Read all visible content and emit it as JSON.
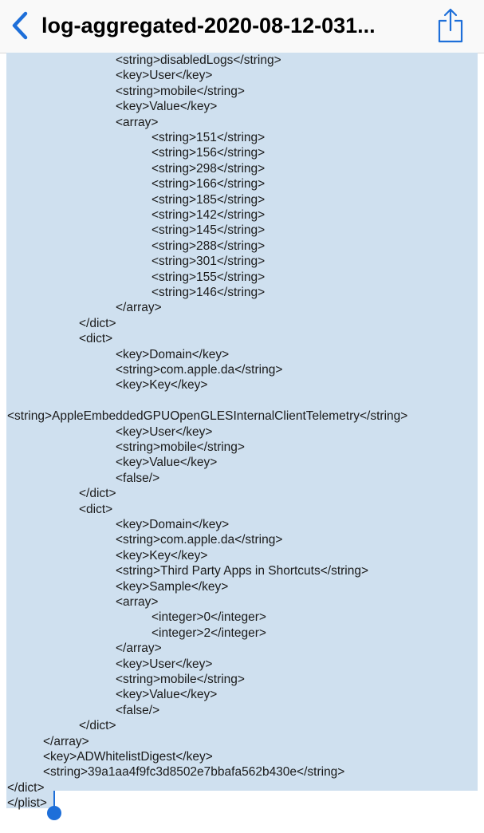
{
  "navbar": {
    "title": "log-aggregated-2020-08-12-031...",
    "back_icon": "chevron-left-icon",
    "share_icon": "share-icon",
    "accent_color": "#1e6fd9"
  },
  "document": {
    "selection_color": "#cfe0ef",
    "lines": [
      {
        "indent": 3,
        "text": "<string>disabledLogs</string>"
      },
      {
        "indent": 3,
        "text": "<key>User</key>"
      },
      {
        "indent": 3,
        "text": "<string>mobile</string>"
      },
      {
        "indent": 3,
        "text": "<key>Value</key>"
      },
      {
        "indent": 3,
        "text": "<array>"
      },
      {
        "indent": 4,
        "text": "<string>151</string>"
      },
      {
        "indent": 4,
        "text": "<string>156</string>"
      },
      {
        "indent": 4,
        "text": "<string>298</string>"
      },
      {
        "indent": 4,
        "text": "<string>166</string>"
      },
      {
        "indent": 4,
        "text": "<string>185</string>"
      },
      {
        "indent": 4,
        "text": "<string>142</string>"
      },
      {
        "indent": 4,
        "text": "<string>145</string>"
      },
      {
        "indent": 4,
        "text": "<string>288</string>"
      },
      {
        "indent": 4,
        "text": "<string>301</string>"
      },
      {
        "indent": 4,
        "text": "<string>155</string>"
      },
      {
        "indent": 4,
        "text": "<string>146</string>"
      },
      {
        "indent": 3,
        "text": "</array>"
      },
      {
        "indent": 2,
        "text": "</dict>"
      },
      {
        "indent": 2,
        "text": "<dict>"
      },
      {
        "indent": 3,
        "text": "<key>Domain</key>"
      },
      {
        "indent": 3,
        "text": "<string>com.apple.da</string>"
      },
      {
        "indent": 3,
        "text": "<key>Key</key>"
      },
      {
        "indent": 0,
        "text": ""
      },
      {
        "indent": 0,
        "text": "<string>AppleEmbeddedGPUOpenGLESInternalClientTelemetry</string>"
      },
      {
        "indent": 3,
        "text": "<key>User</key>"
      },
      {
        "indent": 3,
        "text": "<string>mobile</string>"
      },
      {
        "indent": 3,
        "text": "<key>Value</key>"
      },
      {
        "indent": 3,
        "text": "<false/>"
      },
      {
        "indent": 2,
        "text": "</dict>"
      },
      {
        "indent": 2,
        "text": "<dict>"
      },
      {
        "indent": 3,
        "text": "<key>Domain</key>"
      },
      {
        "indent": 3,
        "text": "<string>com.apple.da</string>"
      },
      {
        "indent": 3,
        "text": "<key>Key</key>"
      },
      {
        "indent": 3,
        "text": "<string>Third Party Apps in Shortcuts</string>"
      },
      {
        "indent": 3,
        "text": "<key>Sample</key>"
      },
      {
        "indent": 3,
        "text": "<array>"
      },
      {
        "indent": 4,
        "text": "<integer>0</integer>"
      },
      {
        "indent": 4,
        "text": "<integer>2</integer>"
      },
      {
        "indent": 3,
        "text": "</array>"
      },
      {
        "indent": 3,
        "text": "<key>User</key>"
      },
      {
        "indent": 3,
        "text": "<string>mobile</string>"
      },
      {
        "indent": 3,
        "text": "<key>Value</key>"
      },
      {
        "indent": 3,
        "text": "<false/>"
      },
      {
        "indent": 2,
        "text": "</dict>"
      },
      {
        "indent": 1,
        "text": "</array>"
      },
      {
        "indent": 1,
        "text": "<key>ADWhitelistDigest</key>"
      },
      {
        "indent": 1,
        "text": "<string>39a1aa4f9fc3d8502e7bbafa562b430e</string>"
      },
      {
        "indent": 0,
        "text": "</dict>"
      },
      {
        "indent": 0,
        "text": "</plist>"
      }
    ]
  }
}
